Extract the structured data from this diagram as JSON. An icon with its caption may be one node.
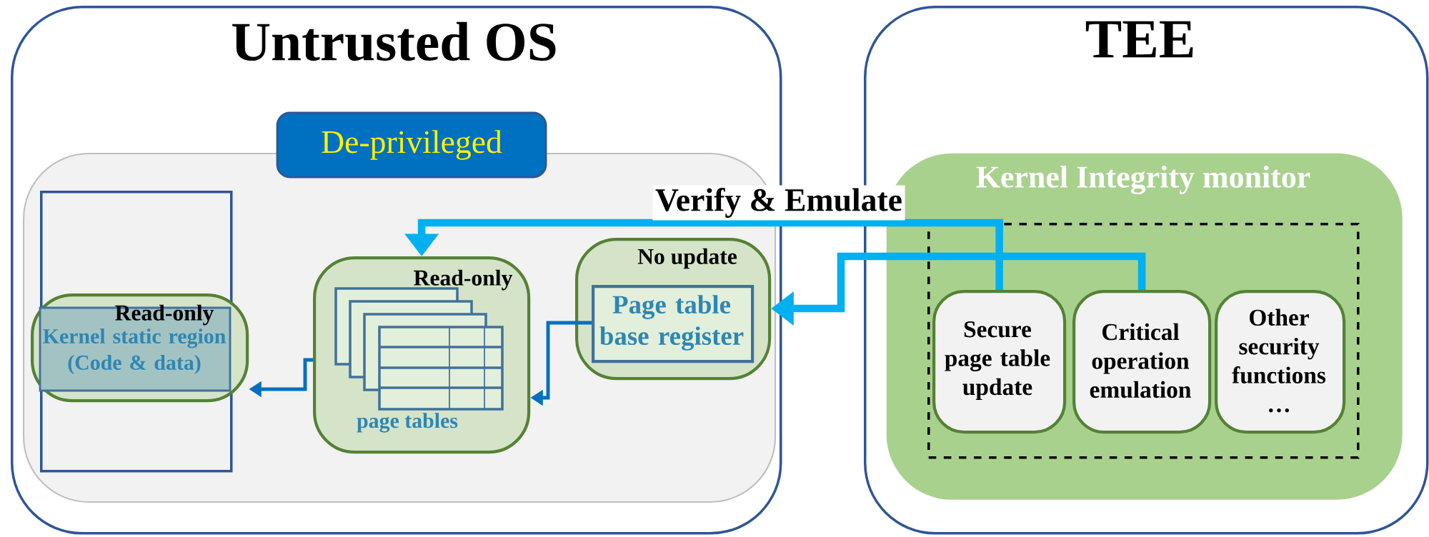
{
  "diagram": {
    "nodes": [
      {
        "text": [
          "Untrusted OS"
        ]
      },
      {
        "text": [
          "De-privileged"
        ],
        "in": 0
      },
      {
        "text": [],
        "shape": "box",
        "in": 1
      },
      {
        "text": [
          "Read-only",
          "Kernel static region (Code & data)"
        ],
        "in": 1
      },
      {
        "text": [
          "Read-only",
          "page tables"
        ],
        "in": 1
      },
      {
        "text": [
          "No update"
        ],
        "in": 1
      },
      {
        "text": [
          "Page table base register"
        ],
        "in": 5
      },
      {
        "text": [
          "TEE"
        ]
      },
      {
        "text": [
          "Kernel Integrity monitor"
        ],
        "in": 7
      },
      {
        "text": [],
        "shape": "box",
        "in": 8
      },
      {
        "text": [
          "Secure page table update"
        ],
        "in": 9
      },
      {
        "text": [
          "Critical operation emulation"
        ],
        "in": 9
      },
      {
        "text": [
          "Other security functions …"
        ],
        "in": 9
      }
    ],
    "edges": [
      {
        "from": 10,
        "to": 4,
        "arrow": "to",
        "label": "Verify & Emulate",
        "style": "thick",
        "color": "#00b0f0"
      },
      {
        "from": 11,
        "to": 5,
        "arrow": "to",
        "style": "thick",
        "color": "#00b0f0"
      },
      {
        "from": 6,
        "to": 4,
        "arrow": "to"
      },
      {
        "from": 4,
        "to": 3,
        "arrow": "to"
      }
    ]
  }
}
